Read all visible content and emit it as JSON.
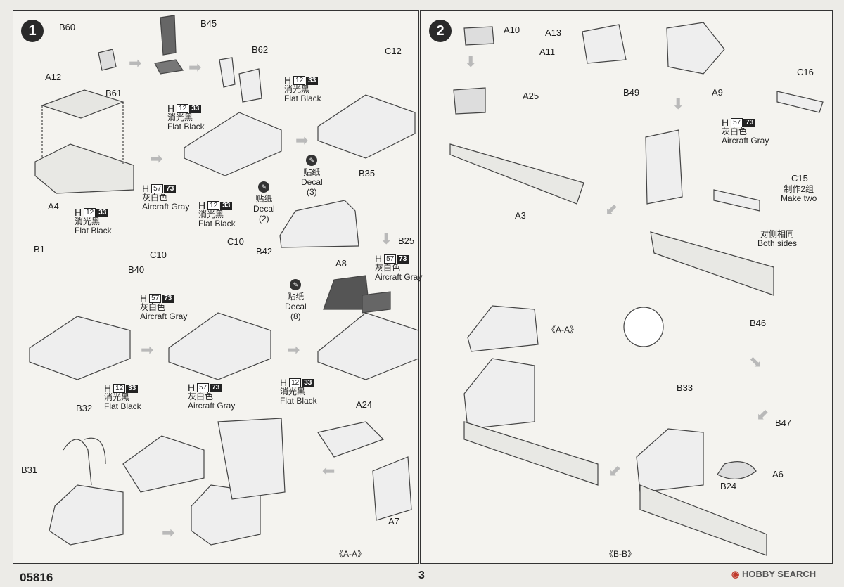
{
  "page": {
    "catalog_number": "05816",
    "page_number": "3",
    "watermark_logo": "HOBBY SEARCH"
  },
  "step1": {
    "number": "1",
    "parts": {
      "b60": "B60",
      "b45": "B45",
      "b61": "B61",
      "b62": "B62",
      "c12": "C12",
      "a12": "A12",
      "a4": "A4",
      "b35": "B35",
      "b25": "B25",
      "b1": "B1",
      "b40": "B40",
      "c10a": "C10",
      "c10b": "C10",
      "b42": "B42",
      "a8": "A8",
      "b32": "B32",
      "b31": "B31",
      "a24": "A24",
      "a7": "A7"
    },
    "paint_black": {
      "code": "H",
      "num1": "12",
      "num2": "33",
      "zh": "消光黑",
      "en": "Flat Black"
    },
    "paint_gray": {
      "code": "H",
      "num1": "57",
      "num2": "73",
      "zh": "灰白色",
      "en": "Aircraft Gray"
    },
    "decal_zh": "贴纸",
    "decal_en": "Decal",
    "decal_3": "(3)",
    "decal_2": "(2)",
    "decal_8": "(8)",
    "section_label": "《A-A》"
  },
  "step2": {
    "number": "2",
    "parts": {
      "a10": "A10",
      "a11": "A11",
      "a13": "A13",
      "a25": "A25",
      "b49": "B49",
      "a9": "A9",
      "a3": "A3",
      "c16": "C16",
      "c15": "C15",
      "b46": "B46",
      "b33": "B33",
      "b47": "B47",
      "a6": "A6",
      "b24": "B24"
    },
    "paint_gray": {
      "code": "H",
      "num1": "57",
      "num2": "73",
      "zh": "灰白色",
      "en": "Aircraft Gray"
    },
    "make_two_zh": "制作2组",
    "make_two_en": "Make two",
    "both_sides_zh": "对侧相同",
    "both_sides_en": "Both sides",
    "section_aa": "《A-A》",
    "section_bb": "《B-B》"
  },
  "colors": {
    "ink": "#222222",
    "panel_bg": "#f4f3ef",
    "arrow": "#b9b9b9",
    "logo_red": "#c0392b"
  }
}
